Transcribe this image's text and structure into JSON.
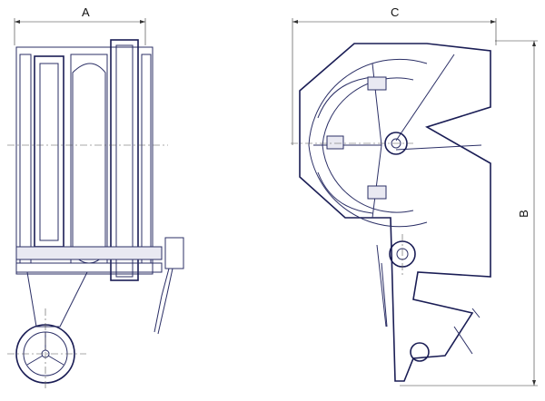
{
  "dimensions": {
    "a_label": "A",
    "b_label": "B",
    "c_label": "C"
  }
}
